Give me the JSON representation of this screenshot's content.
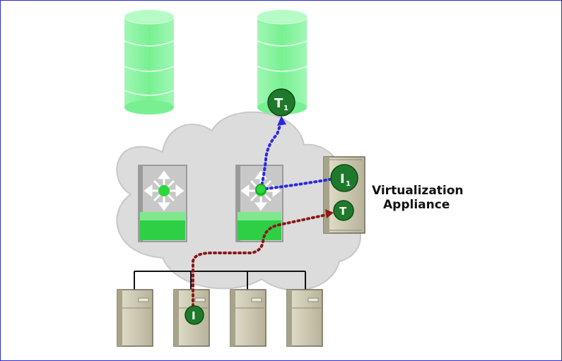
{
  "appliance": {
    "label_line1": "Virtualization",
    "label_line2": "Appliance"
  },
  "badges": {
    "target_t1": "T",
    "target_t1_sub": "1",
    "initiator_i1": "I",
    "initiator_i1_sub": "1",
    "target_t": "T",
    "initiator_i": "I"
  },
  "colors": {
    "frame_border": "#2b2bd0",
    "storage_green": "#7ff59a",
    "badge_green": "#1e7a2a",
    "path_blue": "#2a2ae0",
    "path_red": "#8b1a1a",
    "cloud_gray": "#dedede",
    "switch_green": "#3ad04a",
    "server_tan": "#cfcbb3"
  },
  "icons": [
    "storage-disk-icon",
    "network-switch-icon",
    "server-tower-icon",
    "cloud-icon"
  ]
}
